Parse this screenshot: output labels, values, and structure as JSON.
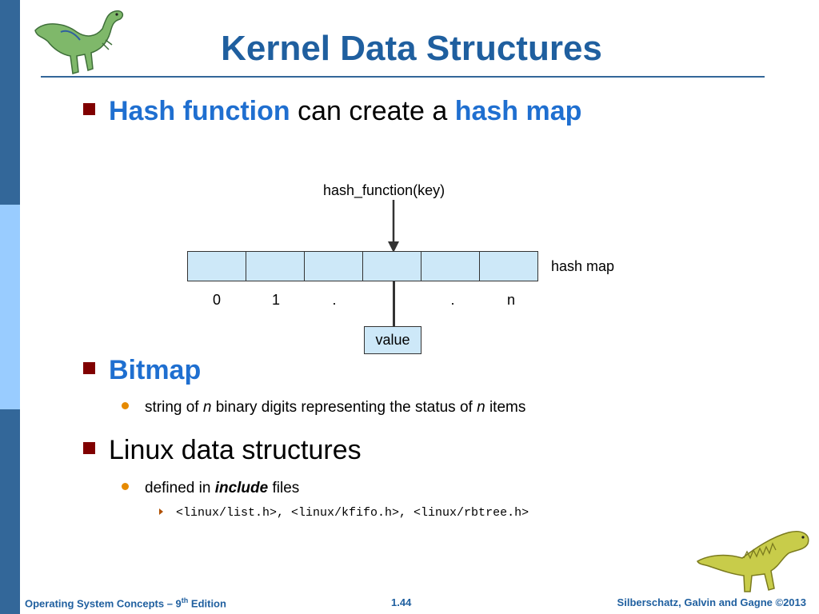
{
  "slide": {
    "title": "Kernel Data Structures",
    "bullets": {
      "hash": {
        "part1": "Hash function",
        "part2": " can create a ",
        "part3": "hash map"
      },
      "bitmap": {
        "label": "Bitmap",
        "sub": {
          "t1": "string of ",
          "t2": "n",
          "t3": " binary digits representing the status of ",
          "t4": "n",
          "t5": " items"
        }
      },
      "linux": {
        "label": "Linux data structures",
        "sub": {
          "t1": "defined in ",
          "t2": "include",
          "t3": " files"
        },
        "subsub": "<linux/list.h>, <linux/kfifo.h>, <linux/rbtree.h>"
      }
    }
  },
  "diagram": {
    "function_label": "hash_function(key)",
    "map_label": "hash map",
    "indices": [
      "0",
      "1",
      ".",
      ".",
      "n"
    ],
    "value_label": "value",
    "cell_count": 6
  },
  "footer": {
    "left_a": "Operating System Concepts – 9",
    "left_sup": "th",
    "left_b": " Edition",
    "center": "1.44",
    "right": "Silberschatz, Galvin and Gagne ©2013"
  },
  "colors": {
    "accent": "#1f5f9f",
    "highlight": "#1f6fd0",
    "cell_fill": "#cde8f8",
    "sidebar_dark": "#336799",
    "sidebar_light": "#99ccff"
  },
  "icons": {
    "top_logo": "dinosaur-logo",
    "bottom_logo": "dinosaur-logo"
  }
}
